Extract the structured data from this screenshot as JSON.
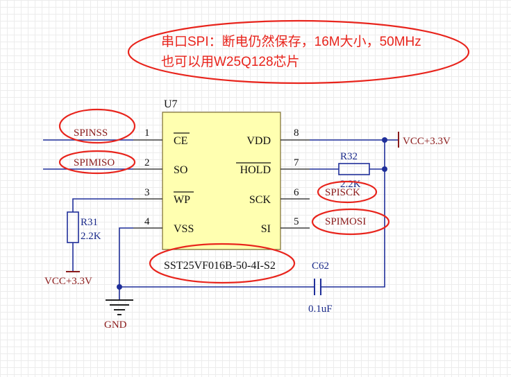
{
  "note": {
    "line1": "串口SPI：断电仍然保存，16M大小，50MHz",
    "line2": "也可以用W25Q128芯片"
  },
  "chip": {
    "designator": "U7",
    "part": "SST25VF016B-50-4I-S2",
    "pins": [
      {
        "num": "1",
        "name": "CE",
        "overline": true
      },
      {
        "num": "2",
        "name": "SO",
        "overline": false
      },
      {
        "num": "3",
        "name": "WP",
        "overline": true
      },
      {
        "num": "4",
        "name": "VSS",
        "overline": false
      },
      {
        "num": "8",
        "name": "VDD",
        "overline": false
      },
      {
        "num": "7",
        "name": "HOLD",
        "overline": true
      },
      {
        "num": "6",
        "name": "SCK",
        "overline": false
      },
      {
        "num": "5",
        "name": "SI",
        "overline": false
      }
    ]
  },
  "nets": {
    "spinss": "SPINSS",
    "spimiso": "SPIMISO",
    "spisck": "SPISCK",
    "spimosi": "SPIMOSI",
    "vcc_right": "VCC+3.3V",
    "vcc_left": "VCC+3.3V",
    "gnd": "GND"
  },
  "components": {
    "r32": {
      "ref": "R32",
      "value": "2.2K"
    },
    "r31": {
      "ref": "R31",
      "value": "2.2K"
    },
    "c62": {
      "ref": "C62",
      "value": "0.1uF"
    }
  },
  "colors": {
    "chip_fill": "#ffffb0",
    "wire": "#1f2f9a",
    "annotation": "#e8241c",
    "net_label": "#8b1a1a"
  }
}
